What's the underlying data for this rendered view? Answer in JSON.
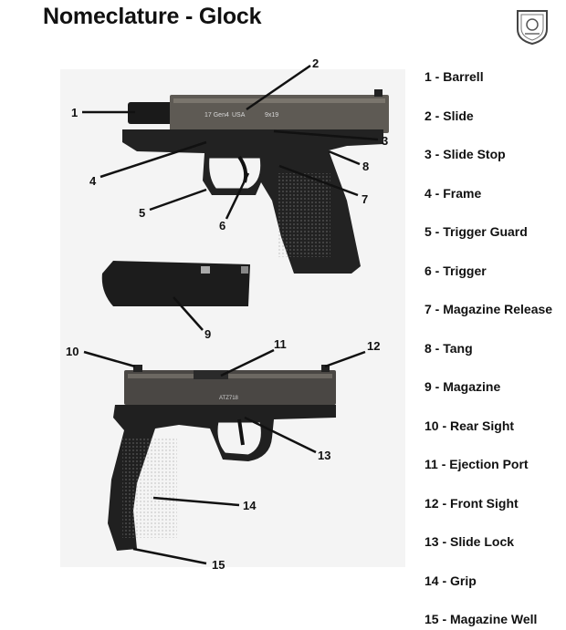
{
  "title": "Nomeclature - Glock",
  "logo": {
    "icon": "department-seal-icon"
  },
  "parts": [
    {
      "num": "1",
      "label": "1 - Barrell"
    },
    {
      "num": "2",
      "label": "2 - Slide"
    },
    {
      "num": "3",
      "label": "3 - Slide Stop"
    },
    {
      "num": "4",
      "label": "4 - Frame"
    },
    {
      "num": "5",
      "label": "5 - Trigger Guard"
    },
    {
      "num": "6",
      "label": "6 - Trigger"
    },
    {
      "num": "7",
      "label": "7 - Magazine Release"
    },
    {
      "num": "8",
      "label": "8 - Tang"
    },
    {
      "num": "9",
      "label": "9 - Magazine"
    },
    {
      "num": "10",
      "label": "10 - Rear Sight"
    },
    {
      "num": "11",
      "label": "11 - Ejection Port"
    },
    {
      "num": "12",
      "label": "12 - Front Sight"
    },
    {
      "num": "13",
      "label": "13 - Slide Lock"
    },
    {
      "num": "14",
      "label": "14 - Grip"
    },
    {
      "num": "15",
      "label": "15 - Magazine Well"
    }
  ],
  "engravings": {
    "slide_markings": [
      "17 Gen4",
      "USA",
      "9x19"
    ],
    "serial": "ATZ718"
  }
}
